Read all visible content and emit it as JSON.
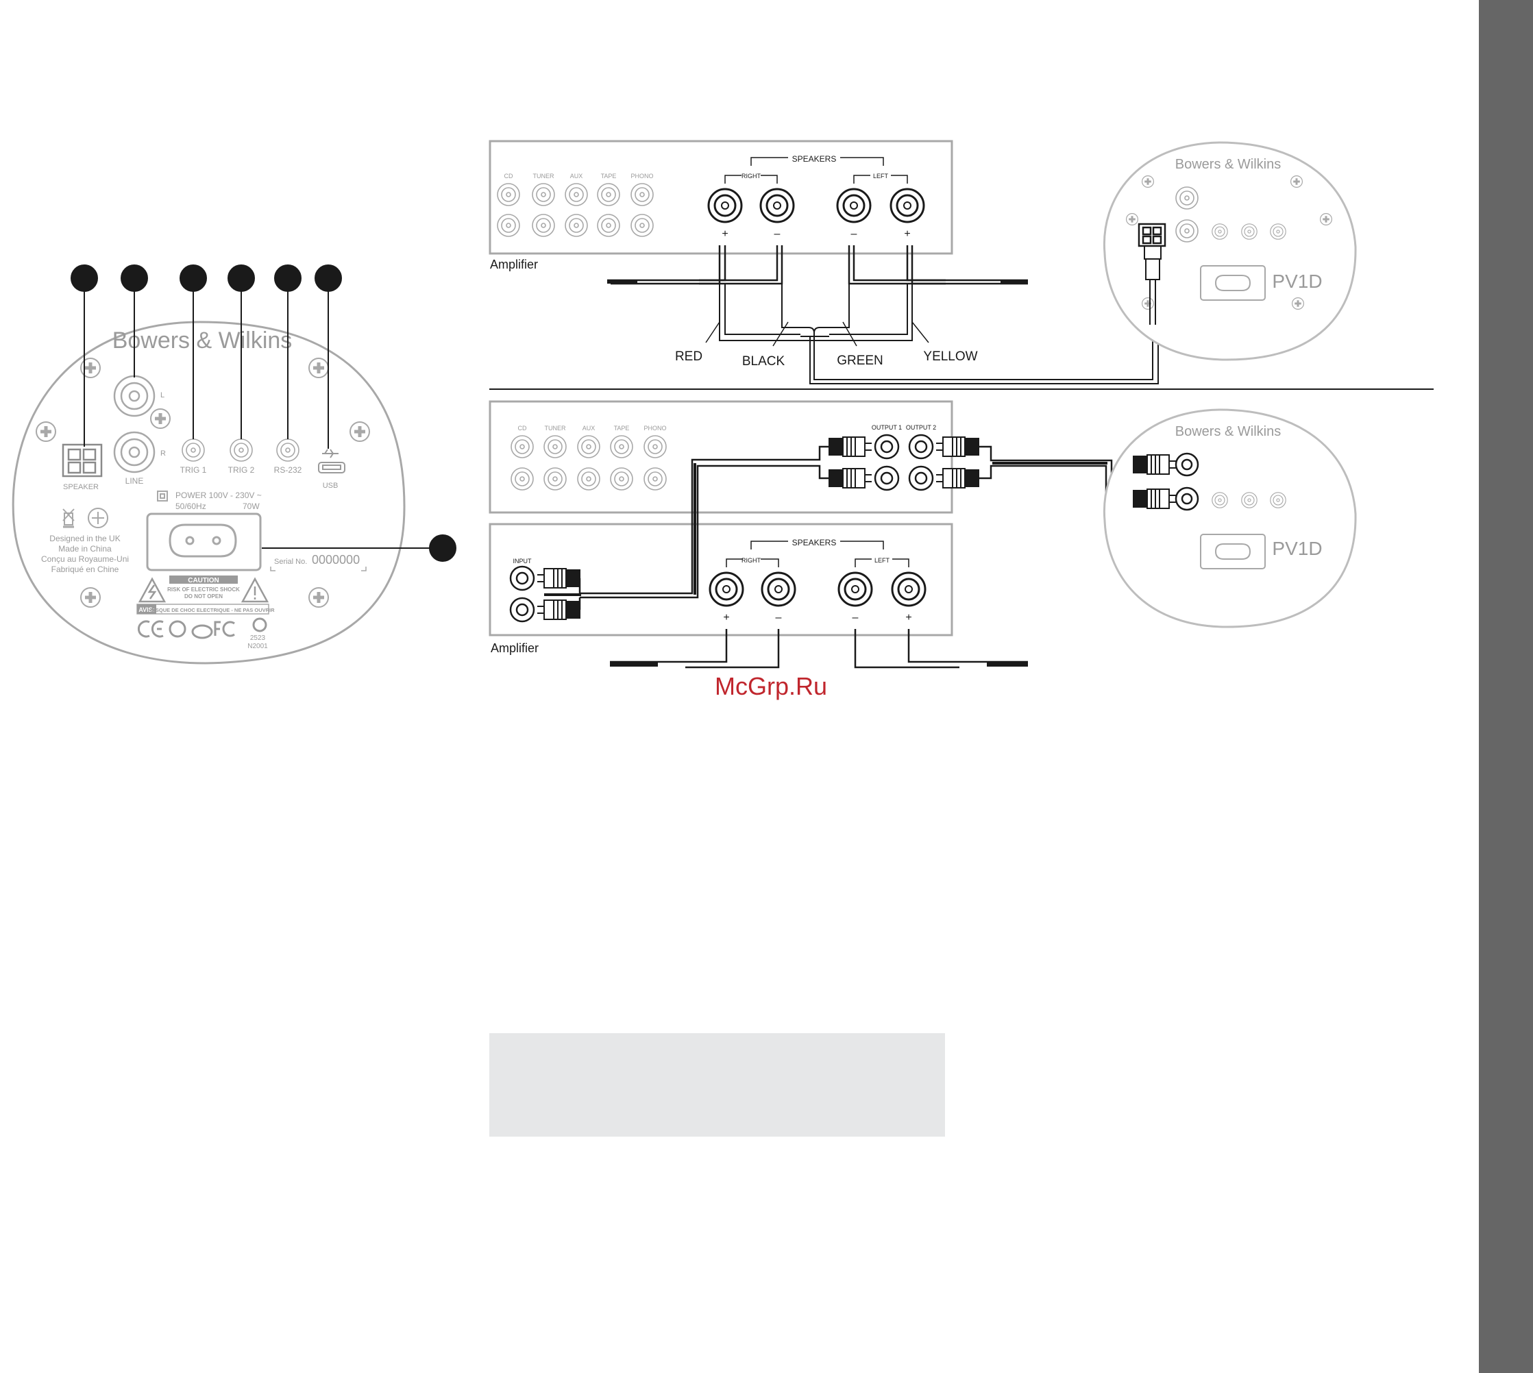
{
  "panel": {
    "brand": "Bowers & Wilkins",
    "speaker": "SPEAKER",
    "line": "LINE",
    "line_l": "L",
    "line_r": "R",
    "trig1": "TRIG 1",
    "trig2": "TRIG 2",
    "rs232": "RS-232",
    "usb": "USB",
    "power_line1": "POWER 100V - 230V ~",
    "power_line2": "50/60Hz",
    "power_watts": "70W",
    "origin1": "Designed in the UK",
    "origin2": "Made in China",
    "origin3": "Conçu au Royaume-Uni",
    "origin4": "Fabriqué en Chine",
    "serial_label": "Serial No.",
    "serial_value": "0000000",
    "caution_title": "CAUTION",
    "caution_text1": "RISK OF ELECTRIC SHOCK",
    "caution_text2": "DO NOT OPEN",
    "avis_label": "AVIS:",
    "avis_text": "RISQUE DE CHOC ELECTRIQUE - NE PAS OUVRIR",
    "code1": "2523",
    "code2": "N2001",
    "model": "PV1D"
  },
  "amplifier": {
    "label": "Amplifier",
    "inputs": [
      "CD",
      "TUNER",
      "AUX",
      "TAPE",
      "PHONO"
    ],
    "speakers": "SPEAKERS",
    "right": "RIGHT",
    "left": "LEFT",
    "plus": "+",
    "minus": "–",
    "output1": "OUTPUT 1",
    "output2": "OUTPUT 2",
    "input": "INPUT"
  },
  "wires": {
    "red": "RED",
    "black": "BLACK",
    "green": "GREEN",
    "yellow": "YELLOW"
  },
  "watermark": "McGrp.Ru",
  "colors": {
    "side_tab": "#666666",
    "note_box": "#e6e7e8",
    "watermark": "#c0262d"
  }
}
